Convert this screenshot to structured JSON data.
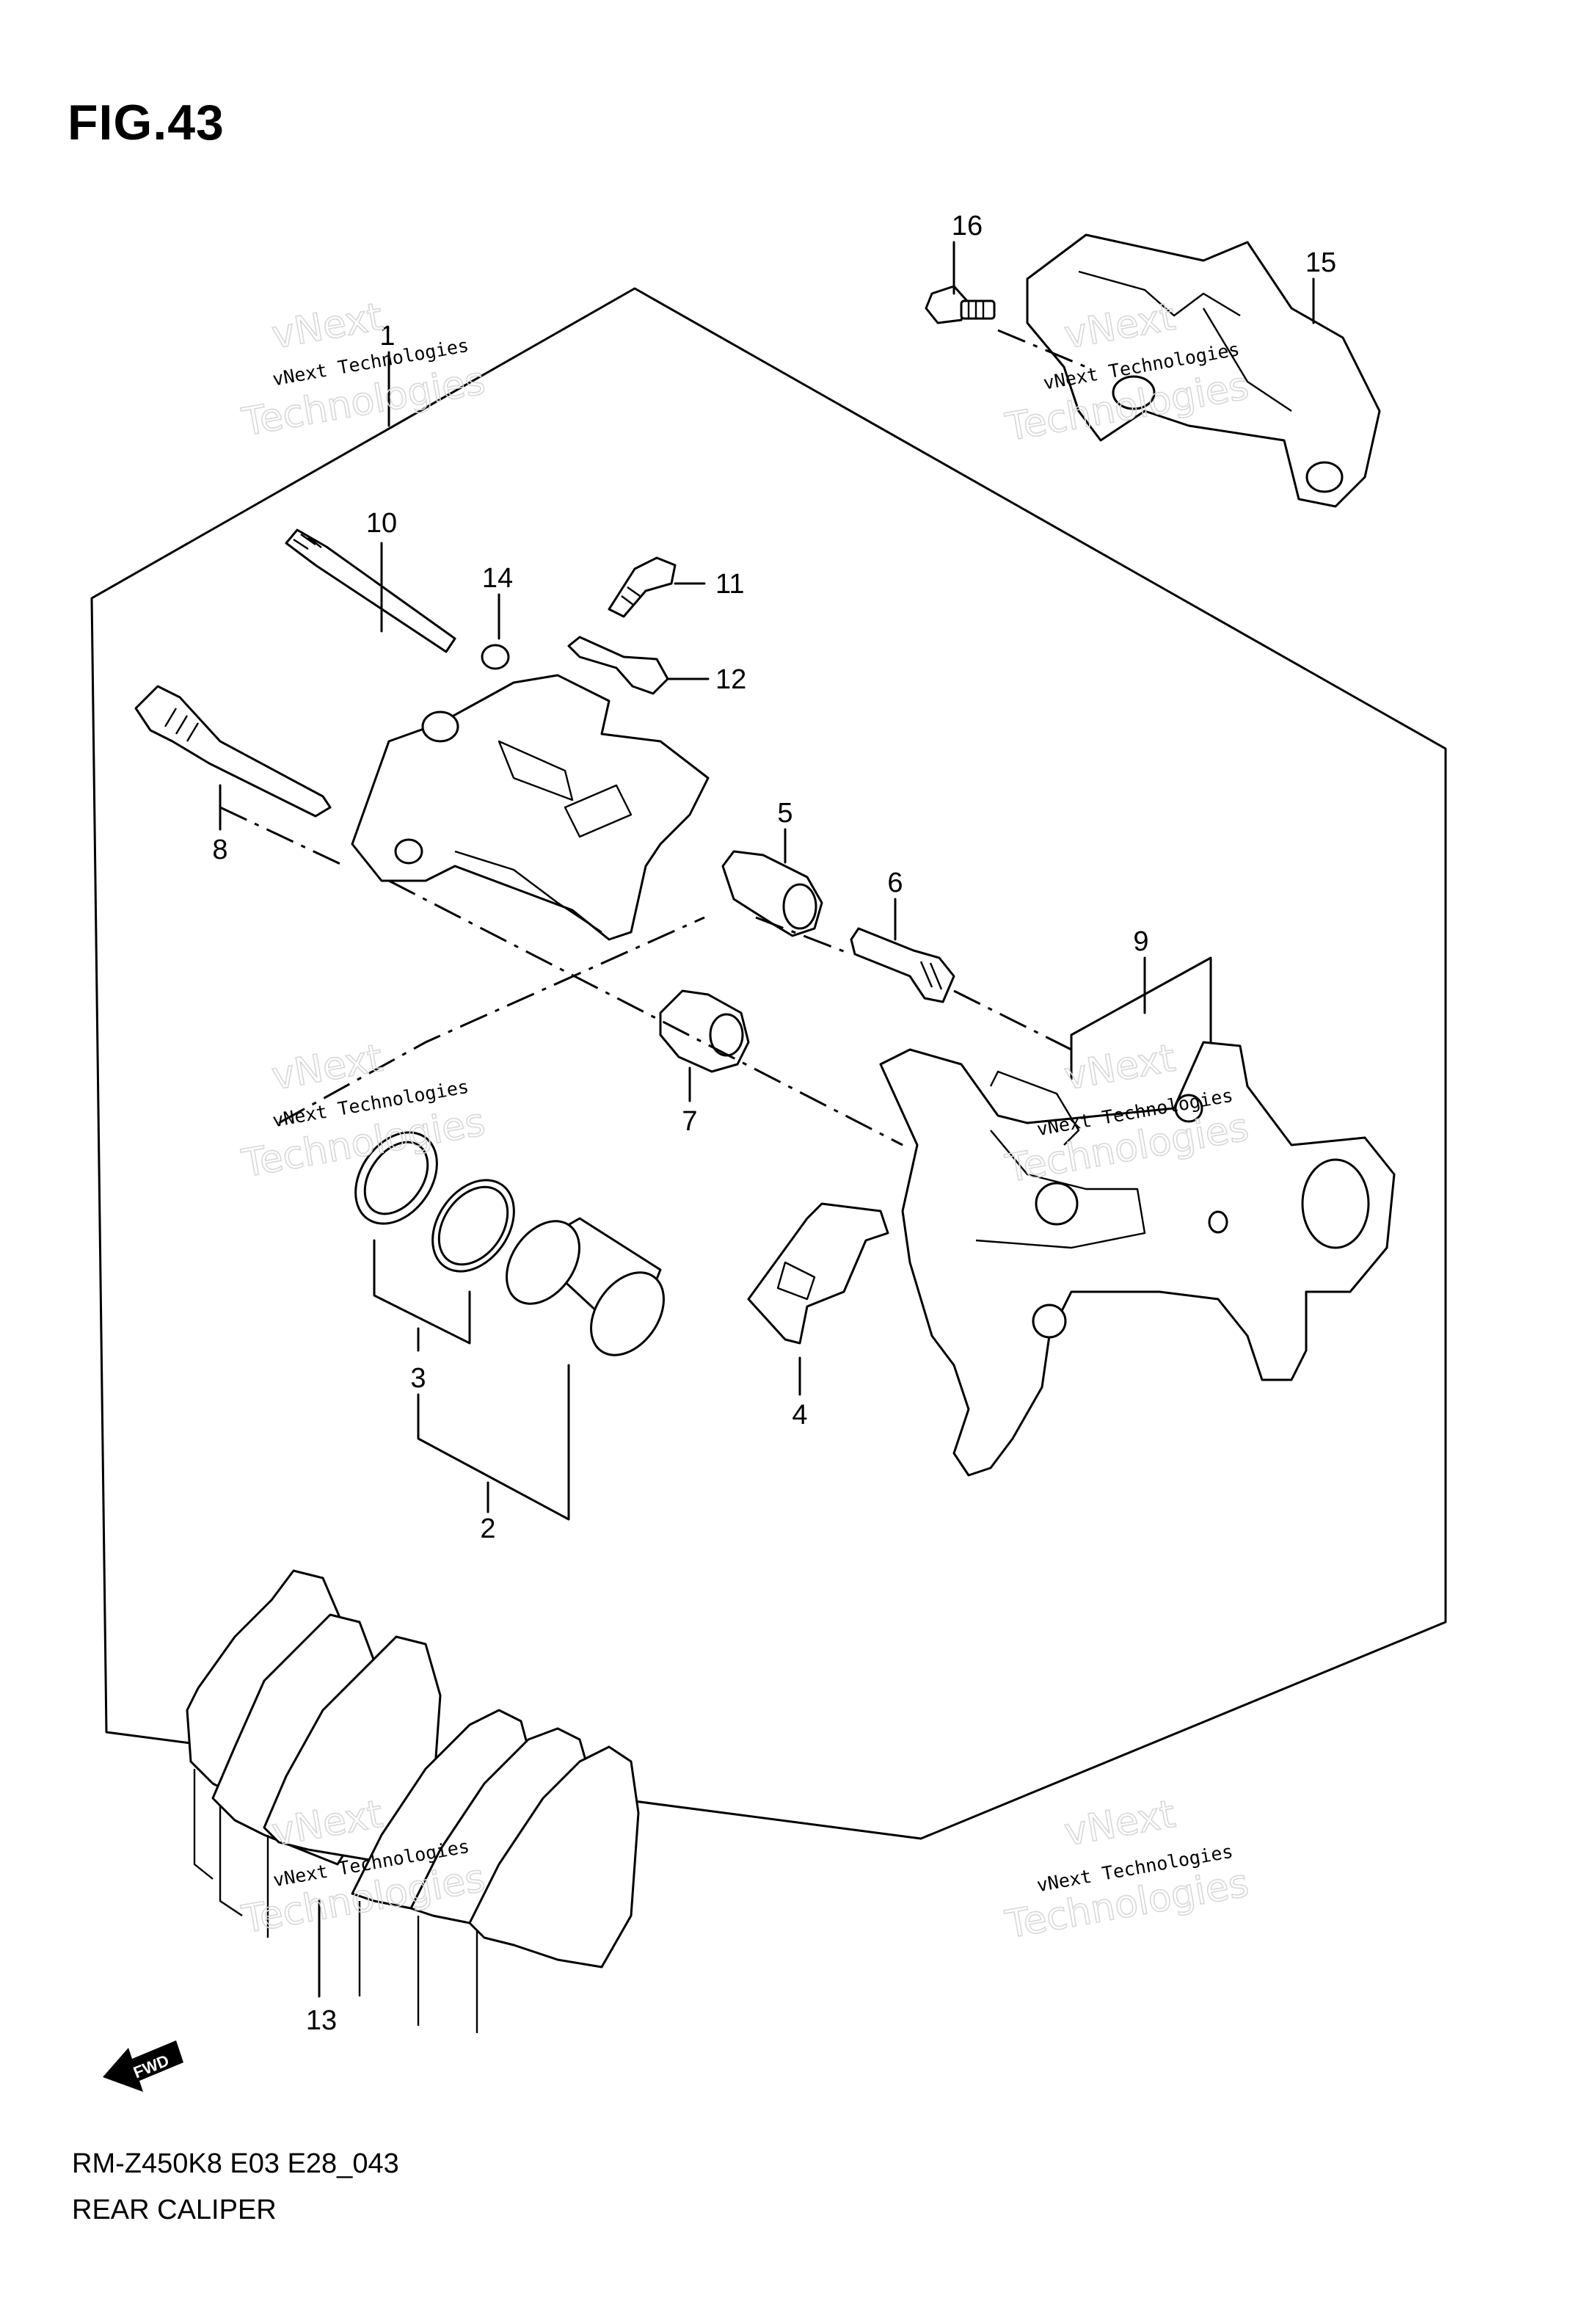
{
  "figure": {
    "title": "FIG.43"
  },
  "callouts": [
    {
      "id": "1",
      "label": "1"
    },
    {
      "id": "2",
      "label": "2"
    },
    {
      "id": "3",
      "label": "3"
    },
    {
      "id": "4",
      "label": "4"
    },
    {
      "id": "5",
      "label": "5"
    },
    {
      "id": "6",
      "label": "6"
    },
    {
      "id": "7",
      "label": "7"
    },
    {
      "id": "8",
      "label": "8"
    },
    {
      "id": "9",
      "label": "9"
    },
    {
      "id": "10",
      "label": "10"
    },
    {
      "id": "11",
      "label": "11"
    },
    {
      "id": "12",
      "label": "12"
    },
    {
      "id": "13",
      "label": "13"
    },
    {
      "id": "14",
      "label": "14"
    },
    {
      "id": "15",
      "label": "15"
    },
    {
      "id": "16",
      "label": "16"
    }
  ],
  "watermark": {
    "line_small": "vNext Technologies",
    "line_big_1": "vNext",
    "line_big_2": "Technologies"
  },
  "fwd_arrow": {
    "label": "FWD"
  },
  "footer": {
    "code": "RM-Z450K8 E03 E28_043",
    "name": "REAR CALIPER"
  }
}
